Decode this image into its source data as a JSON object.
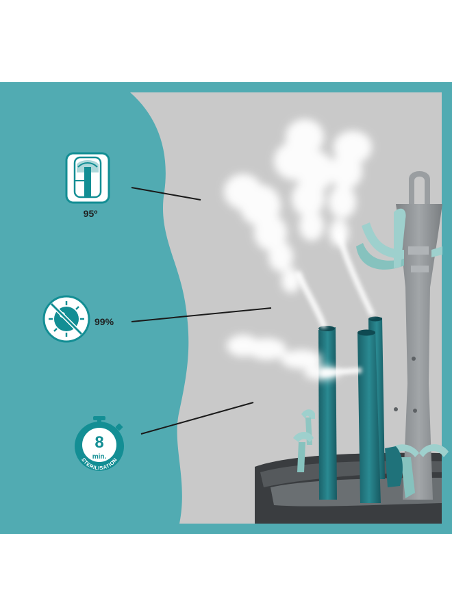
{
  "features": [
    {
      "icon": "bottle-temperature-icon",
      "label": "95º"
    },
    {
      "icon": "germ-crossed-icon",
      "label": "99%"
    },
    {
      "icon": "timer-icon",
      "number": "8",
      "unit": "min.",
      "caption": "STERILISATION"
    }
  ],
  "colors": {
    "brand_teal": "#51abb2",
    "icon_teal": "#138e94",
    "dark_teal": "#1e6b73",
    "mint": "#9ed0cd",
    "steam_bg": "#c7c7c7",
    "rack_gray": "#8f9396"
  }
}
